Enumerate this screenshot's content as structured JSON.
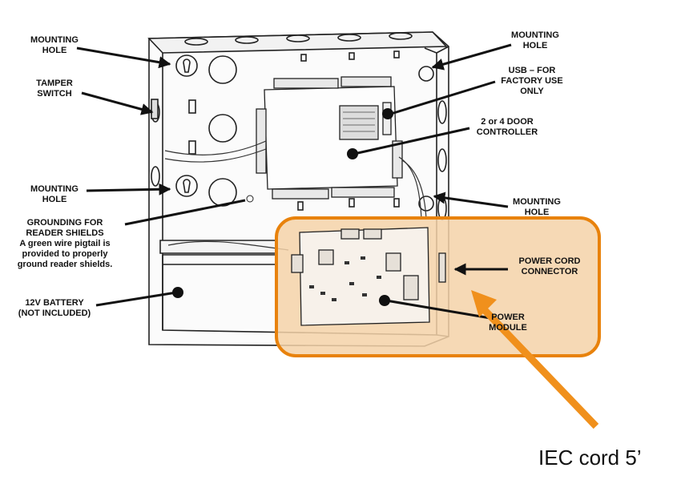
{
  "labels": {
    "mounting_hole_tl": [
      "MOUNTING",
      "HOLE"
    ],
    "tamper_switch": [
      "TAMPER",
      "SWITCH"
    ],
    "mounting_hole_ml": [
      "MOUNTING",
      "HOLE"
    ],
    "grounding": [
      "GROUNDING FOR",
      "READER SHIELDS",
      "A green wire pigtail is",
      "provided to properly",
      "ground reader shields."
    ],
    "battery": [
      "12V BATTERY",
      "(NOT INCLUDED)"
    ],
    "mounting_hole_tr": [
      "MOUNTING",
      "HOLE"
    ],
    "usb": [
      "USB – FOR",
      "FACTORY USE",
      "ONLY"
    ],
    "door_controller": [
      "2 or 4 DOOR",
      "CONTROLLER"
    ],
    "mounting_hole_mr": [
      "MOUNTING",
      "HOLE"
    ],
    "power_cord": [
      "POWER CORD",
      "CONNECTOR"
    ],
    "power_module": [
      "POWER",
      "MODULE"
    ]
  },
  "annotation": "IEC cord 5’",
  "colors": {
    "highlight_fill": "#f5d2a8",
    "highlight_stroke": "#e8820c",
    "arrow": "#f0901c",
    "line": "#111111"
  }
}
